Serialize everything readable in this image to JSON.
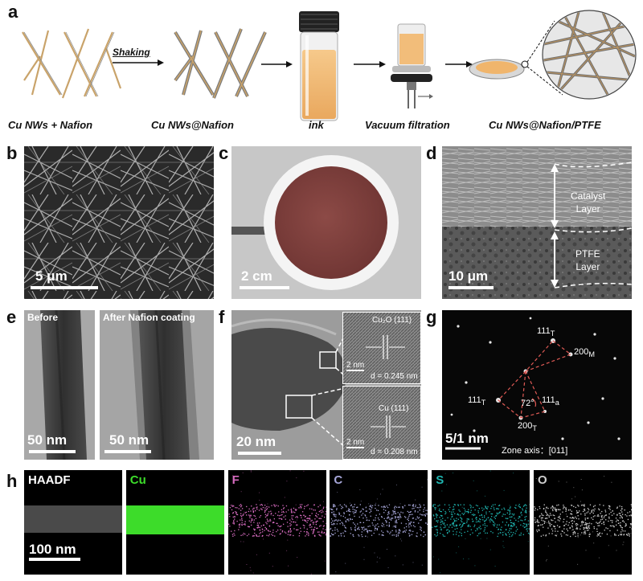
{
  "panel_a": {
    "label": "a",
    "steps": [
      "Cu NWs + Nafion",
      "Cu NWs@Nafion",
      "ink",
      "Vacuum filtration",
      "Cu NWs@Nafion/PTFE"
    ],
    "arrow_text": "Shaking"
  },
  "panel_b": {
    "label": "b",
    "scale": "5 μm"
  },
  "panel_c": {
    "label": "c",
    "scale": "2 cm"
  },
  "panel_d": {
    "label": "d",
    "scale": "10 μm",
    "layer1": [
      "Catalyst",
      "Layer"
    ],
    "layer2": [
      "PTFE",
      "Layer"
    ]
  },
  "panel_e": {
    "label": "e",
    "left_title": "Before",
    "right_title": "After Nafion coating",
    "scale_left": "50 nm",
    "scale_right": "50 nm"
  },
  "panel_f": {
    "label": "f",
    "scale": "20 nm",
    "inset1": {
      "plane": "Cu₂O (111)",
      "scale": "2 nm",
      "d": "d = 0.245 nm"
    },
    "inset2": {
      "plane": "Cu (111)",
      "scale": "2 nm",
      "d": "d = 0.208 nm"
    }
  },
  "panel_g": {
    "label": "g",
    "scale": "5/1 nm",
    "zone": "Zone axis：[011]",
    "angle": "72°",
    "spots": {
      "top": "111",
      "top_sub": "T",
      "right": "200",
      "right_sub": "M",
      "left": "111",
      "left_sub": "T",
      "mid": "111",
      "mid_sub": "a",
      "bottom": "200",
      "bottom_sub": "T"
    }
  },
  "panel_h": {
    "label": "h",
    "scale": "100 nm",
    "channels": [
      {
        "name": "HAADF",
        "color": "#ffffff"
      },
      {
        "name": "Cu",
        "color": "#3ddc2a"
      },
      {
        "name": "F",
        "color": "#d76cc0"
      },
      {
        "name": "C",
        "color": "#a6a6d8"
      },
      {
        "name": "S",
        "color": "#1fb5b0"
      },
      {
        "name": "O",
        "color": "#cfcfcf"
      }
    ]
  }
}
